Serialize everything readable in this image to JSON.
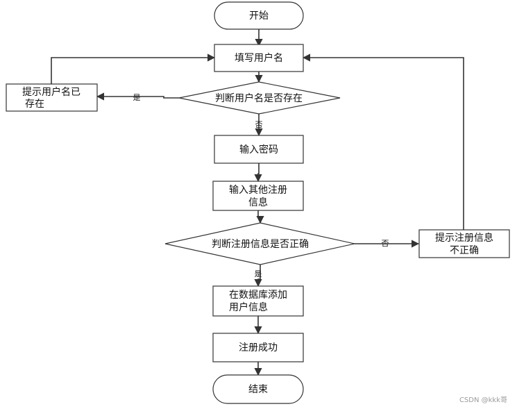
{
  "nodes": {
    "start": "开始",
    "fill_username": "填写用户名",
    "check_username": "判断用户名是否存在",
    "notice_exists_line1": "提示用户名已",
    "notice_exists_line2": "存在",
    "enter_password": "输入密码",
    "enter_other_line1": "输入其他注册",
    "enter_other_line2": "信息",
    "check_info": "判断注册信息是否正确",
    "notice_incorrect_line1": "提示注册信息",
    "notice_incorrect_line2": "不正确",
    "add_db_line1": "在数据库添加",
    "add_db_line2": "用户信息",
    "success": "注册成功",
    "end": "结束"
  },
  "edges": {
    "yes": "是",
    "no": "否"
  },
  "watermark": "CSDN @kkk哥"
}
